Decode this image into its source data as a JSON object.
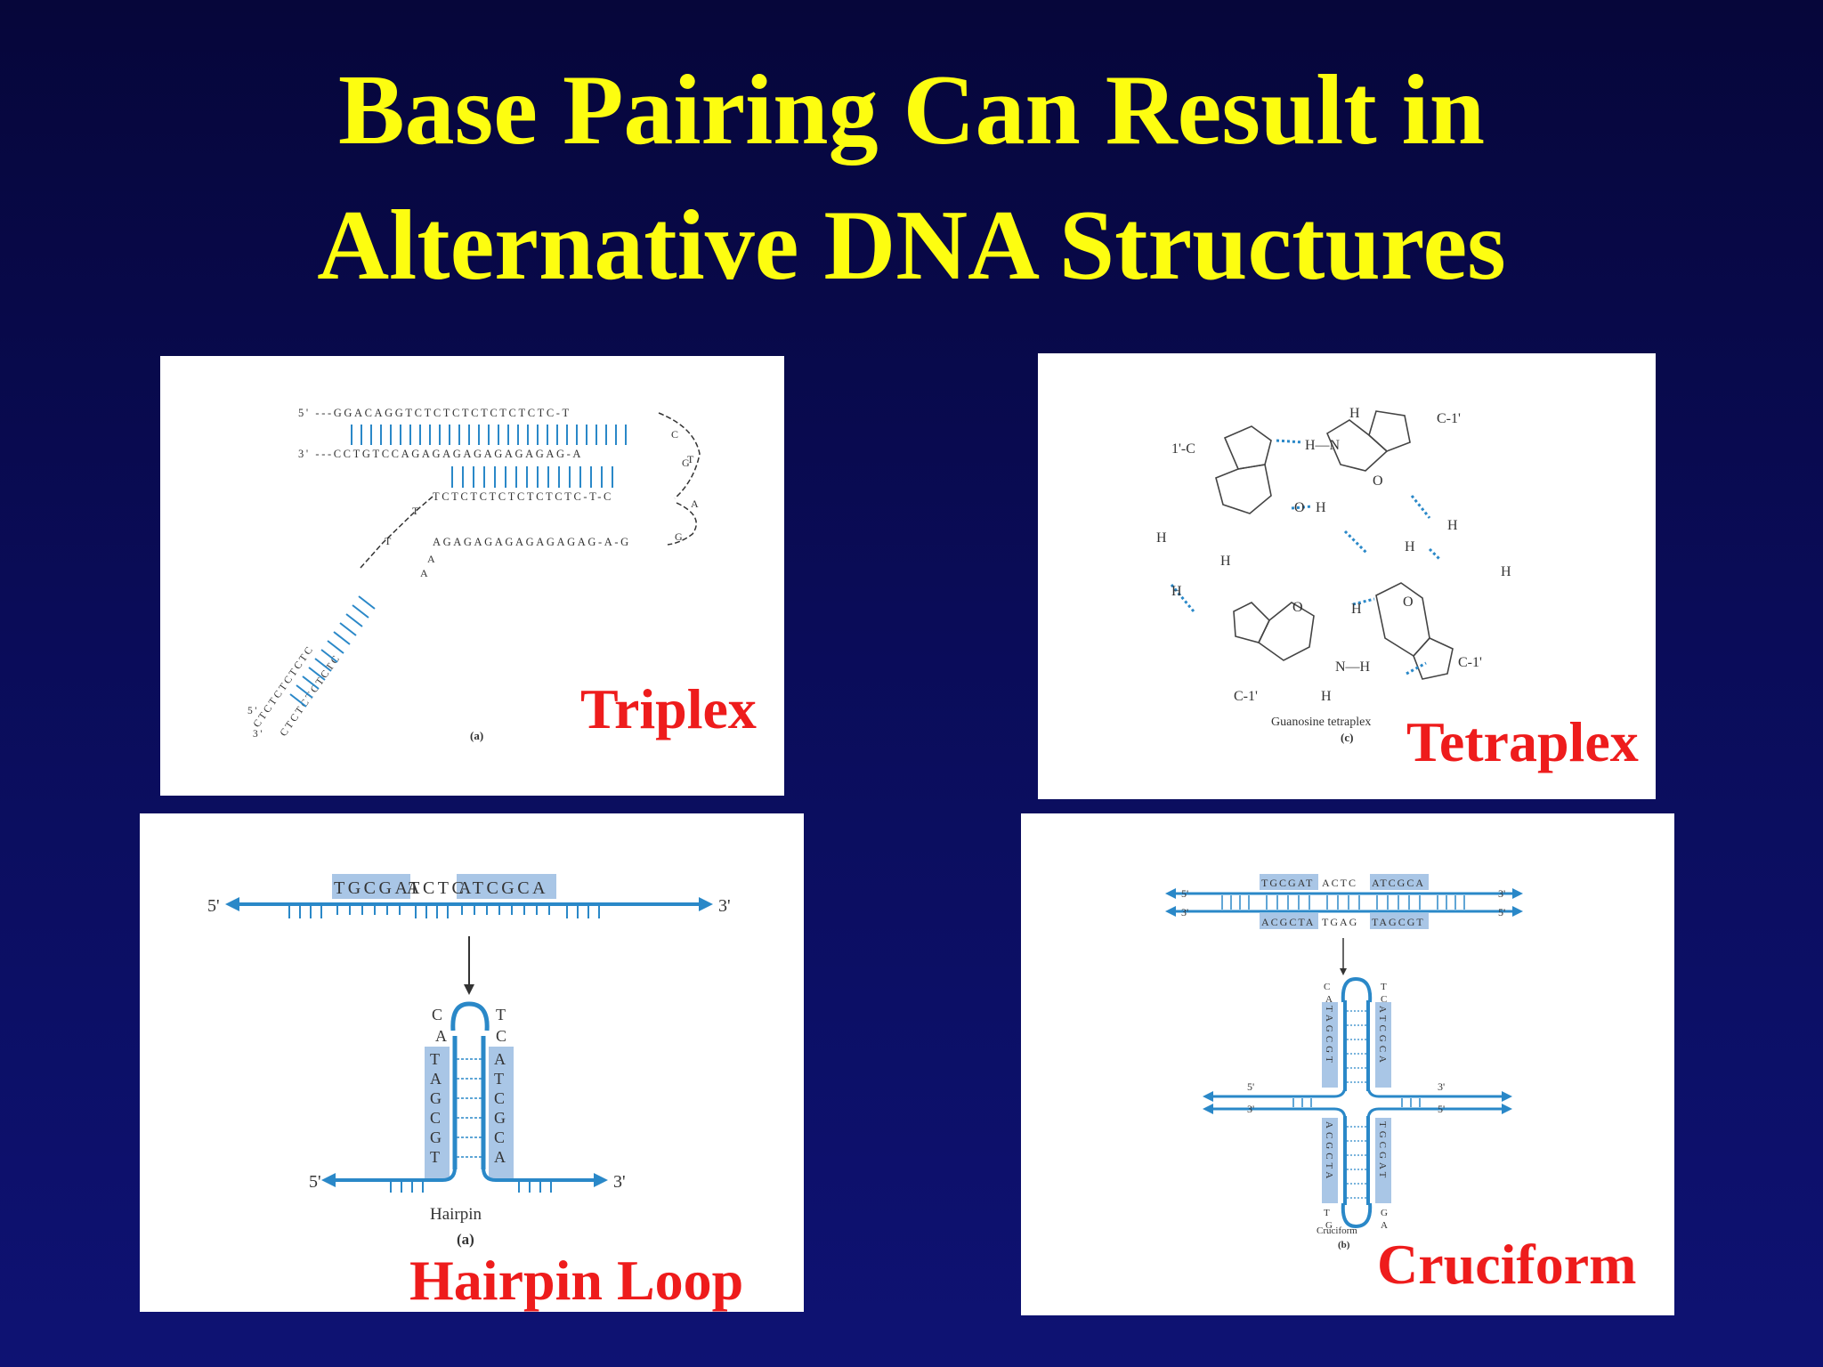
{
  "slide": {
    "title_line1": "Base Pairing Can Result in",
    "title_line2": "Alternative DNA Structures"
  },
  "colors": {
    "background": "#0a0c58",
    "title": "#fdfd10",
    "label": "#ee1c1c",
    "strand_blue": "#2a88c8",
    "box_blue": "#a9c6e6"
  },
  "triplex": {
    "label": "Triplex",
    "caption": "(a)",
    "top_strand": "5' ---GGACAGGTCTCTCTCTCTCTCTC-T",
    "middle_strand": "3' ---CCTGTCCAGAGAGAGAGAGAGAG-A",
    "third_strand": "TCTCTCTCTCTCTCTC-T-C",
    "purine_strand": "AGAGAGAGAGAGAGAG-A-G",
    "loop_right_letters": [
      "C",
      "G",
      "T",
      "A",
      "G"
    ],
    "tail_letters": [
      "T",
      "T",
      "A",
      "A"
    ],
    "diag_strand_1": "CTCTCTCTCTC",
    "diag_strand_2": "CTCTCTCTCTC",
    "end_1": "5'",
    "end_2": "3'"
  },
  "tetraplex": {
    "label": "Tetraplex",
    "caption_name": "Guanosine tetraplex",
    "caption": "(c)",
    "atoms": {
      "c1_topright": "C-1'",
      "c1_topleft": "1'-C",
      "c1_bottomleft": "C-1'",
      "c1_bottomright": "C-1'",
      "h": "H",
      "n": "N",
      "o": "O",
      "nh_top": "H—N",
      "o_h": "O",
      "h_n_bottom": "N—H"
    }
  },
  "hairpin": {
    "label": "Hairpin Loop",
    "caption_name": "Hairpin",
    "caption": "(a)",
    "seq_box_left": "TGCGAT",
    "seq_mid": "ACTC",
    "seq_box_right": "ATCGCA",
    "end_5": "5'",
    "end_3": "3'",
    "loop_left": [
      "C",
      "A"
    ],
    "loop_right": [
      "T",
      "C"
    ],
    "stem_left": [
      "T",
      "A",
      "G",
      "C",
      "G",
      "T"
    ],
    "stem_right": [
      "A",
      "T",
      "C",
      "G",
      "C",
      "A"
    ]
  },
  "cruciform": {
    "label": "Cruciform",
    "caption_name": "Cruciform",
    "caption": "(b)",
    "top_box_left": "TGCGAT",
    "top_mid": "ACTC",
    "top_box_right": "ATCGCA",
    "bottom_box_left": "ACGCTA",
    "bottom_mid": "TGAG",
    "bottom_box_right": "TAGCGT",
    "end_5": "5'",
    "end_3": "3'",
    "upper_loop_left": [
      "C",
      "A"
    ],
    "upper_loop_right": [
      "T",
      "C"
    ],
    "upper_stem_left": "TAGCGT",
    "upper_stem_right": "ATCGCA",
    "lower_stem_left": "ACGCTA",
    "lower_stem_right": "TGCGAT",
    "lower_loop_left": [
      "T",
      "G"
    ],
    "lower_loop_right": [
      "G",
      "A"
    ]
  }
}
